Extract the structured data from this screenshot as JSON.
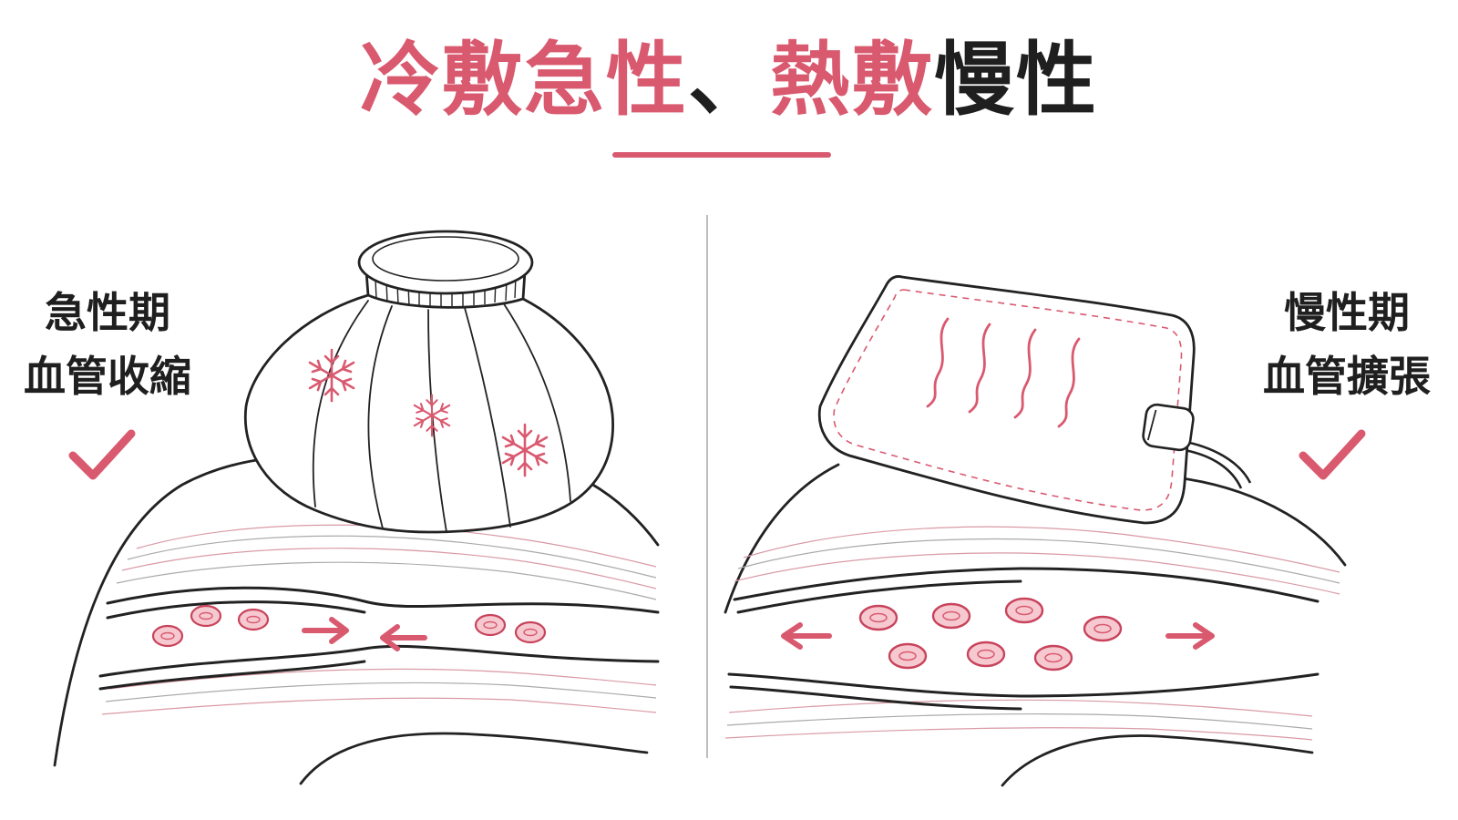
{
  "title": {
    "part1": "冷敷急性",
    "separator": "、",
    "part2": "熱敷",
    "part3": "慢性"
  },
  "left_panel": {
    "phase": "急性期",
    "effect": "血管收縮",
    "check_icon": "checkmark-icon",
    "object_icon": "ice-bag-icon",
    "decoration_icon": "snowflake-icon",
    "flow": "arrows-pointing-inward"
  },
  "right_panel": {
    "phase": "慢性期",
    "effect": "血管擴張",
    "check_icon": "checkmark-icon",
    "object_icon": "heating-pad-icon",
    "decoration_icon": "heat-wave-icon",
    "flow": "arrows-pointing-outward"
  },
  "colors": {
    "accent": "#d9596f",
    "text_dark": "#1f1f1f",
    "line": "#222222",
    "divider": "#bdbdbd",
    "blood_cell_fill": "#f6c9d1"
  }
}
